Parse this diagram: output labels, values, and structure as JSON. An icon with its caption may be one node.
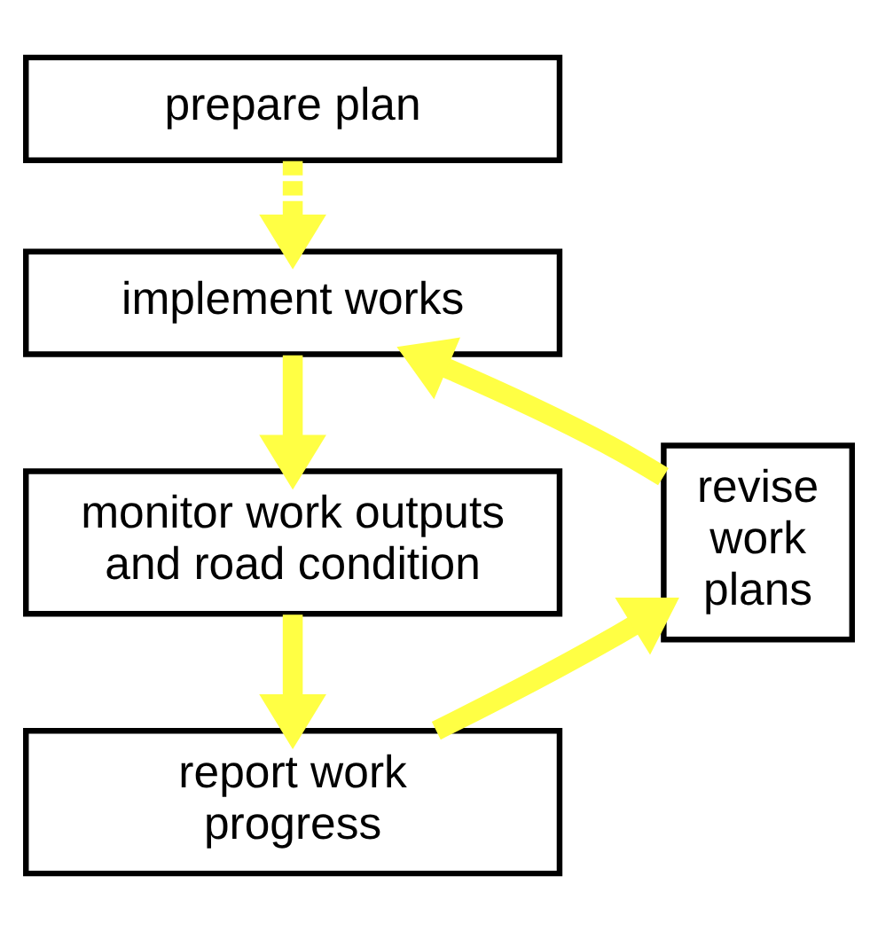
{
  "diagram": {
    "nodes": [
      {
        "text": [
          "prepare plan"
        ]
      },
      {
        "text": [
          "implement works"
        ]
      },
      {
        "text": [
          "monitor work outputs and road condition"
        ]
      },
      {
        "text": [
          "report work progress"
        ]
      },
      {
        "text": [
          "revise work plans"
        ]
      }
    ],
    "edges": [
      {
        "from": 0,
        "to": 1,
        "arrow": "to",
        "style": "dashed"
      },
      {
        "from": 1,
        "to": 2,
        "arrow": "to"
      },
      {
        "from": 2,
        "to": 3,
        "arrow": "to"
      },
      {
        "from": 3,
        "to": 4,
        "arrow": "to"
      },
      {
        "from": 4,
        "to": 1,
        "arrow": "to"
      }
    ]
  }
}
